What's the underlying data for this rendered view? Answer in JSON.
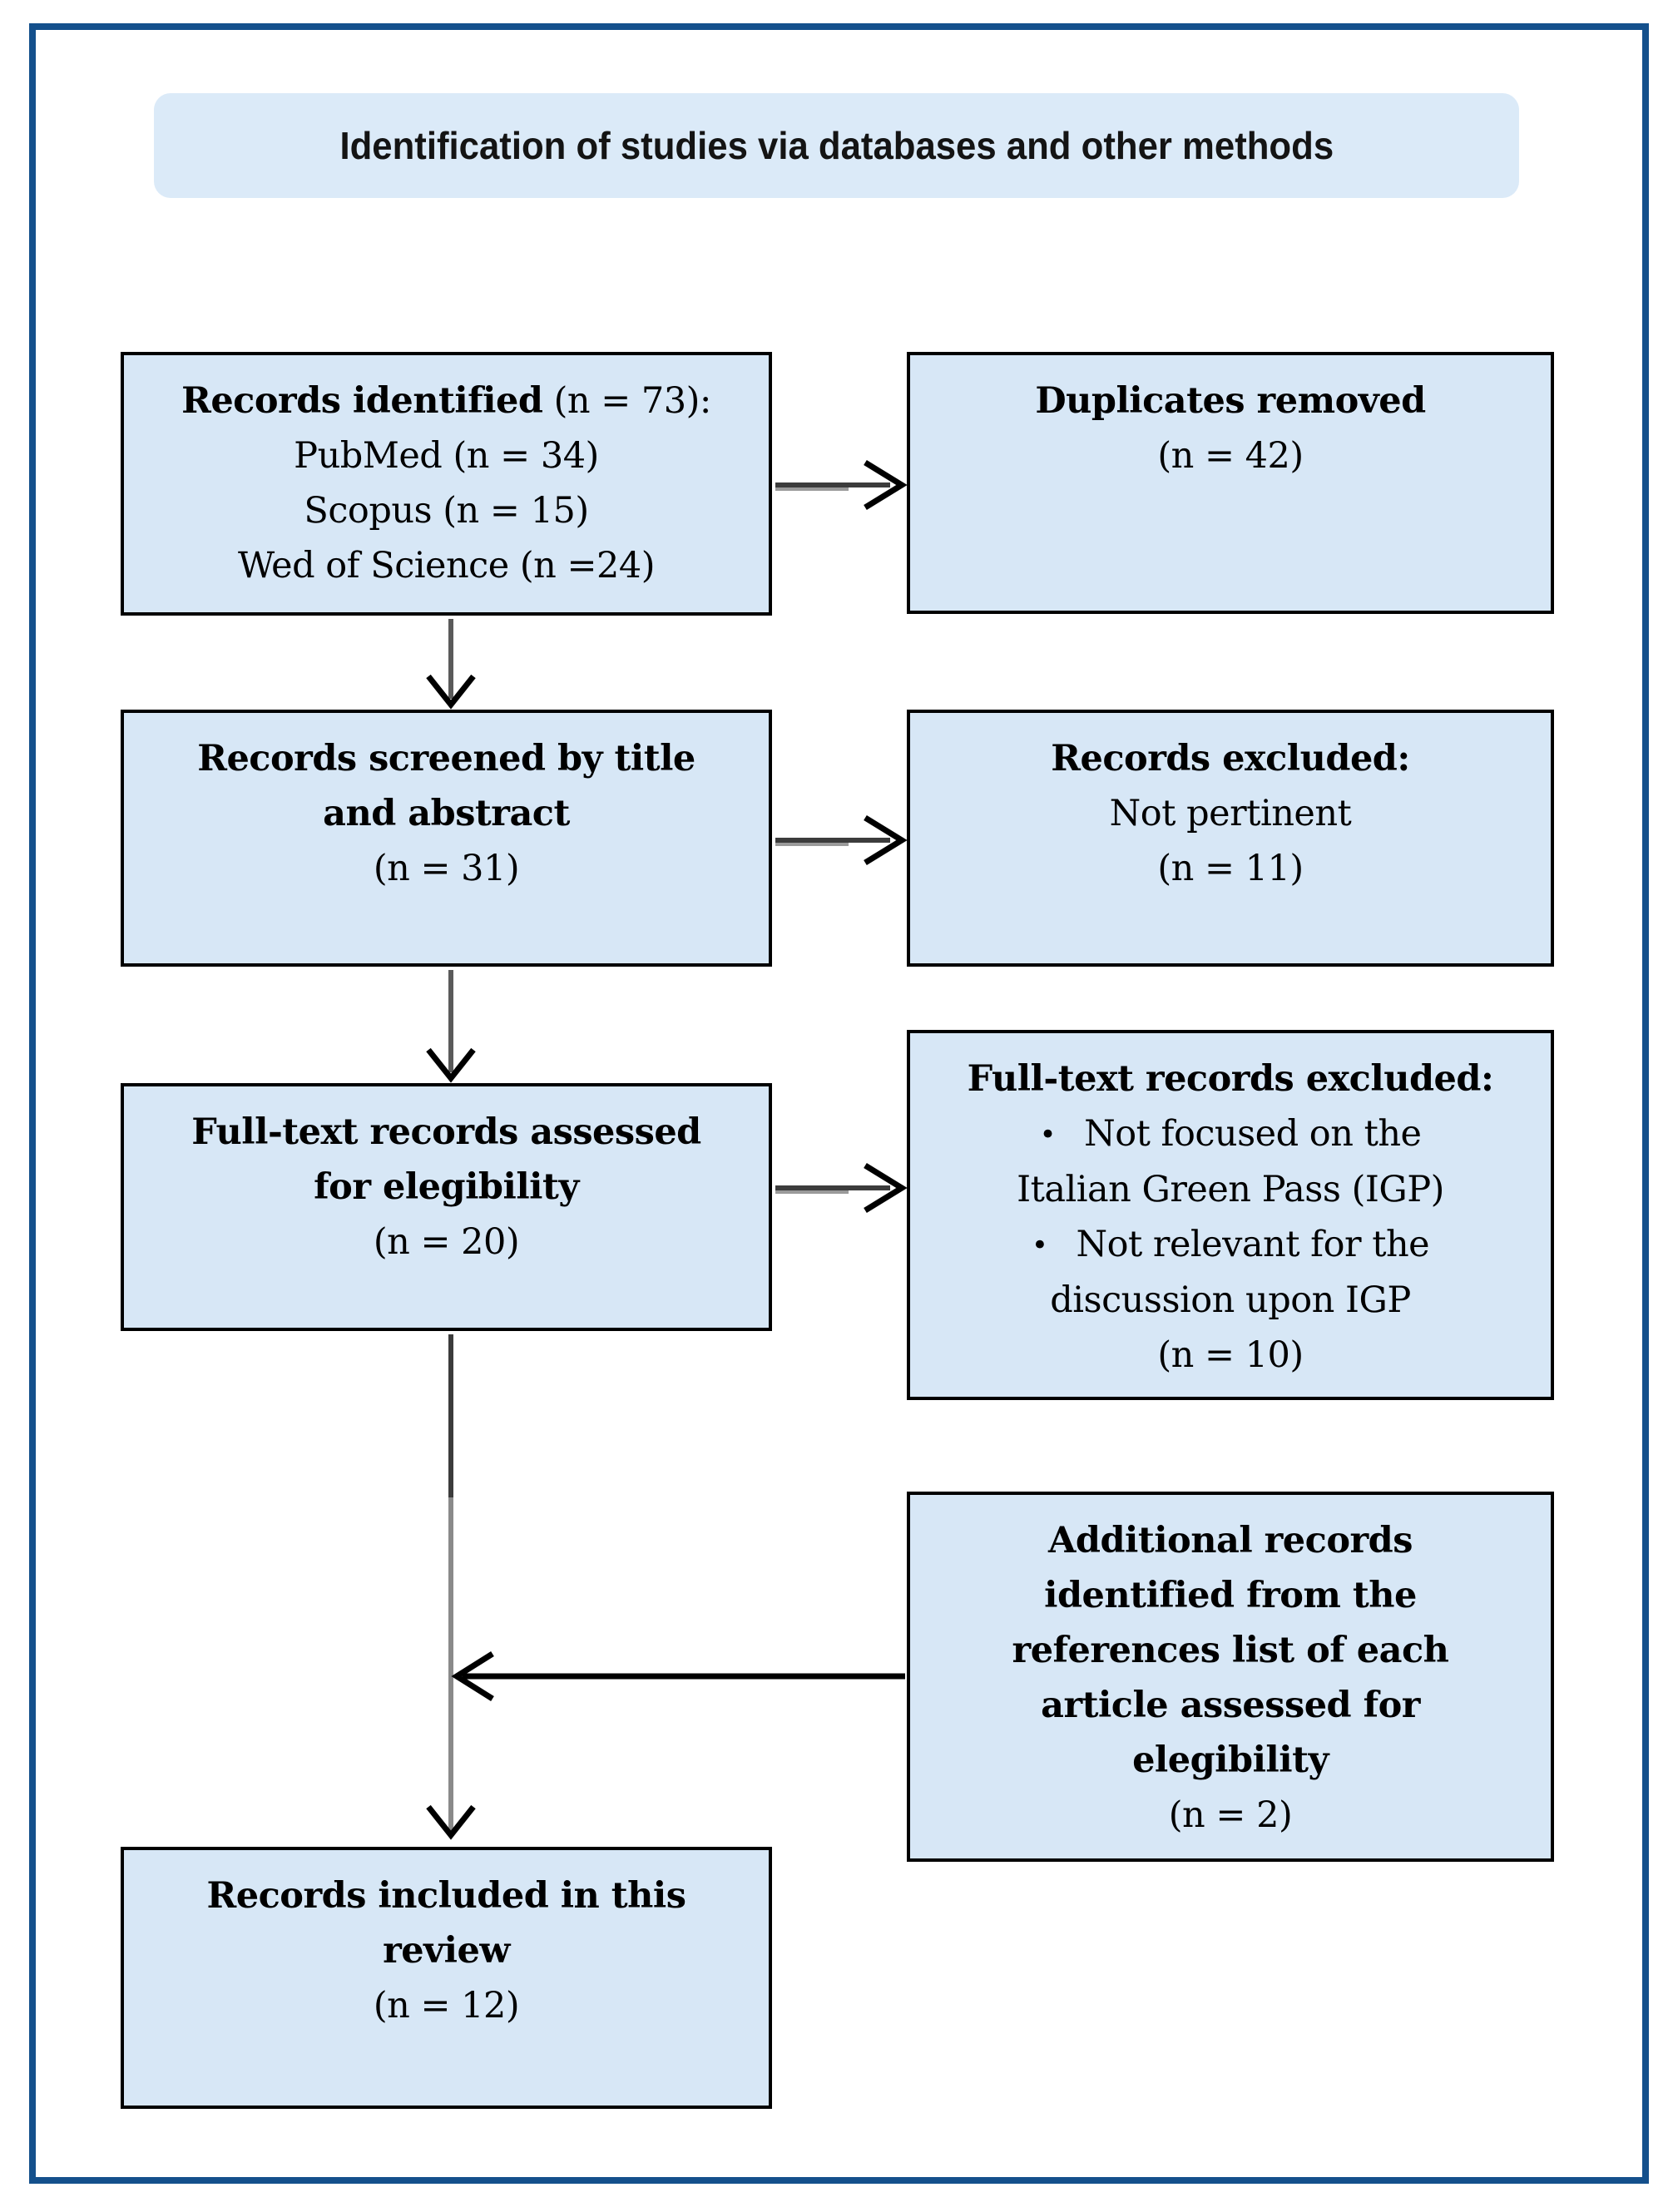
{
  "header": {
    "title": "Identification of studies via databases and other methods"
  },
  "flow": {
    "records_identified": {
      "title_bold": "Records identified",
      "title_rest": " (n = 73):",
      "items": [
        "PubMed (n = 34)",
        "Scopus (n = 15)",
        "Wed of Science (n =24)"
      ]
    },
    "duplicates_removed": {
      "title": "Duplicates removed",
      "count": "(n = 42)"
    },
    "records_screened": {
      "title_lines": [
        "Records screened by title",
        "and abstract"
      ],
      "count": "(n = 31)"
    },
    "records_excluded": {
      "title": "Records excluded:",
      "reason": "Not pertinent",
      "count": "(n = 11)"
    },
    "fulltext_assessed": {
      "title_lines": [
        "Full-text records assessed",
        "for elegibility"
      ],
      "count": "(n = 20)"
    },
    "fulltext_excluded": {
      "title": "Full-text records excluded:",
      "bullet": "•",
      "bullets": [
        {
          "line1": "Not focused on the",
          "line2": "Italian Green Pass (IGP)"
        },
        {
          "line1": "Not relevant for the",
          "line2": "discussion upon IGP"
        }
      ],
      "count": "(n = 10)"
    },
    "additional_records": {
      "title_lines": [
        "Additional records",
        "identified from the",
        "references list of each",
        "article assessed for",
        "elegibility"
      ],
      "count": "(n = 2)"
    },
    "records_included": {
      "title_lines": [
        "Records included in this",
        "review"
      ],
      "count": "(n = 12)"
    }
  },
  "colors": {
    "outer_frame": "#14508c",
    "banner_fill": "#dbeaf8",
    "box_fill": "#d7e7f6",
    "box_border": "#000000",
    "text": "#000000",
    "arrow_shaft_dark": "#3c3c3c",
    "arrow_shaft_gray": "#8a8a8a",
    "arrowhead": "#000000"
  }
}
